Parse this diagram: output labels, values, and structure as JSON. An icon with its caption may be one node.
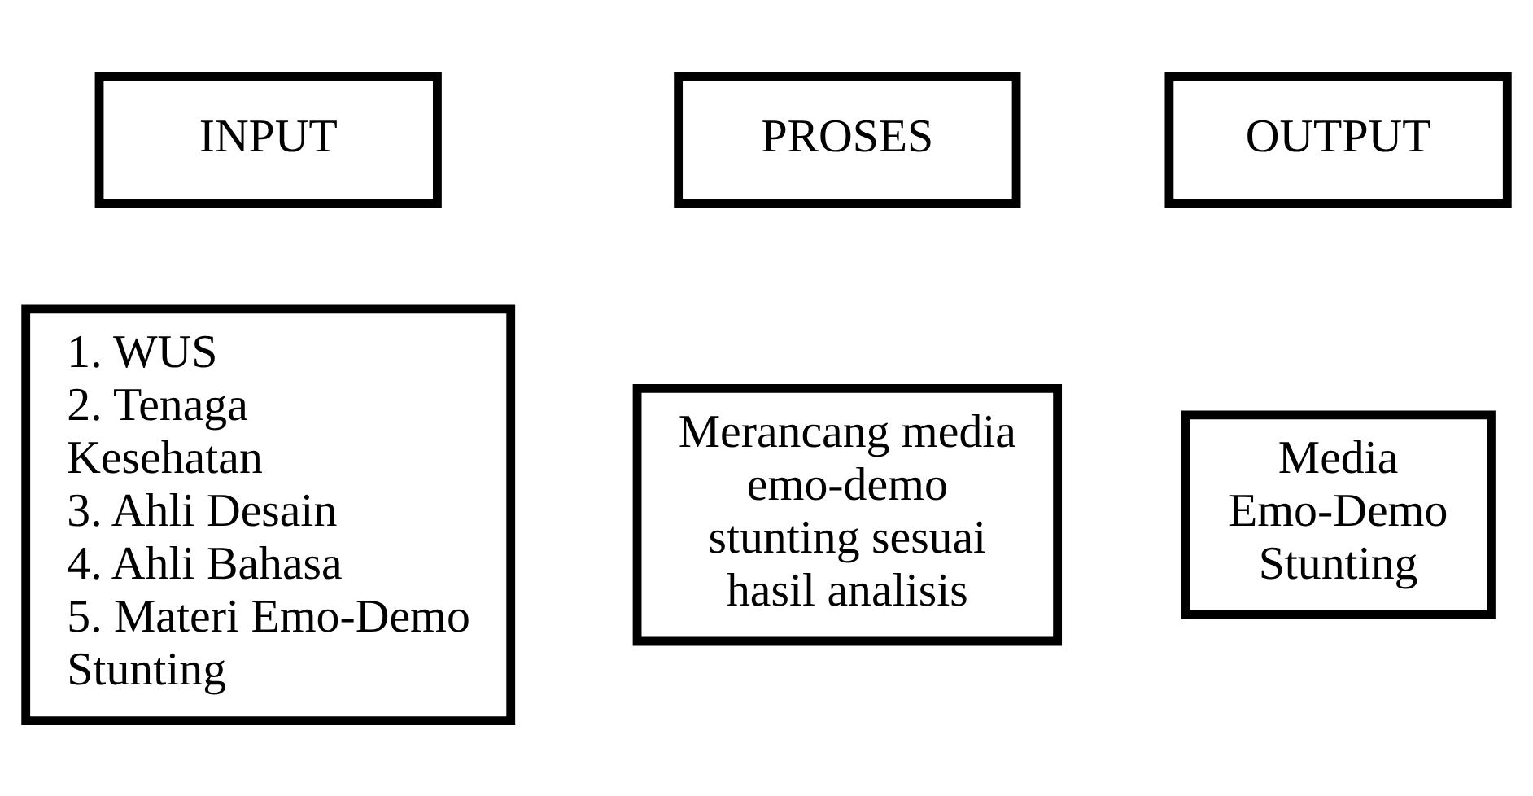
{
  "diagram": {
    "nodes": [
      {
        "text": [
          "INPUT"
        ]
      },
      {
        "text": [
          "PROSES"
        ]
      },
      {
        "text": [
          "OUTPUT"
        ]
      },
      {
        "text": [
          "1. WUS",
          "2. Tenaga Kesehatan",
          "3. Ahli Desain",
          "4. Ahli Bahasa",
          "5. Materi Emo-Demo Stunting"
        ]
      },
      {
        "text": [
          "Merancang media emo-demo stunting sesuai hasil analisis"
        ]
      },
      {
        "text": [
          "Media Emo-Demo Stunting"
        ]
      }
    ],
    "edges": []
  }
}
